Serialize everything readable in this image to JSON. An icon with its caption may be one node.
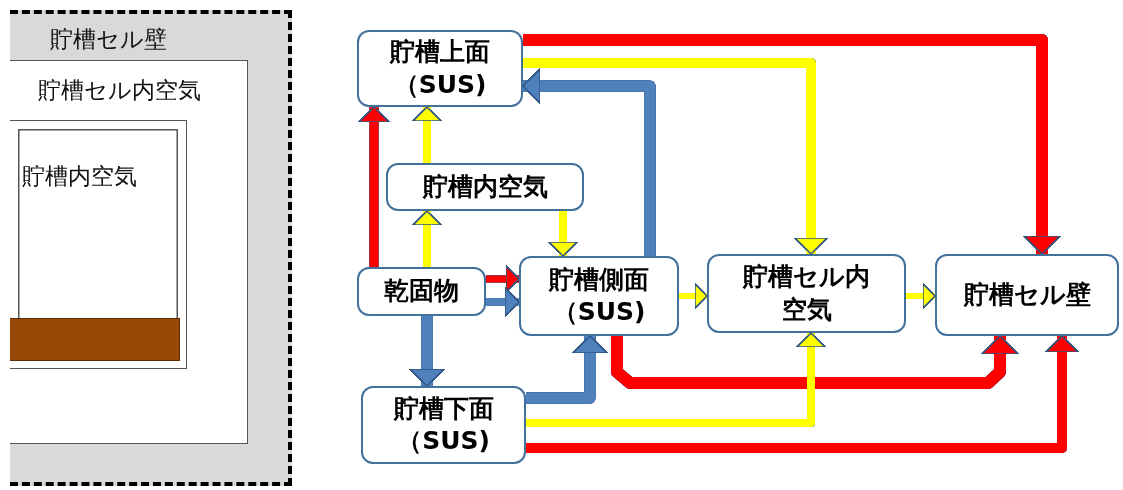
{
  "diagram": {
    "nodes": [
      {
        "text": [
          "貯槽セル壁"
        ]
      },
      {
        "text": [
          "貯槽セル内空気"
        ],
        "in": 0
      },
      {
        "text": [
          "貯槽内空気"
        ],
        "in": 1
      },
      {
        "text": [],
        "shape": "bar",
        "in": 2
      },
      {
        "text": [
          "貯槽上面（SUS)"
        ]
      },
      {
        "text": [
          "貯槽内空気"
        ]
      },
      {
        "text": [
          "乾固物"
        ]
      },
      {
        "text": [
          "貯槽側面（SUS)"
        ]
      },
      {
        "text": [
          "貯槽セル内空気"
        ]
      },
      {
        "text": [
          "貯槽セル壁"
        ]
      },
      {
        "text": [
          "貯槽下面（SUS)"
        ]
      }
    ],
    "edges": [
      {
        "from": 4,
        "to": 9,
        "arrow": "to",
        "color": "#ff0000"
      },
      {
        "from": 4,
        "to": 8,
        "arrow": "to",
        "color": "#ffff00"
      },
      {
        "from": 7,
        "to": 4,
        "arrow": "to",
        "color": "#4f81bd"
      },
      {
        "from": 6,
        "to": 4,
        "arrow": "to",
        "color": "#ff0000"
      },
      {
        "from": 5,
        "to": 4,
        "arrow": "to",
        "color": "#ffff00"
      },
      {
        "from": 6,
        "to": 5,
        "arrow": "to",
        "color": "#ffff00"
      },
      {
        "from": 5,
        "to": 7,
        "arrow": "to",
        "color": "#ffff00"
      },
      {
        "from": 6,
        "to": 7,
        "arrow": "to",
        "color": "#ff0000"
      },
      {
        "from": 6,
        "to": 7,
        "arrow": "to",
        "color": "#4f81bd"
      },
      {
        "from": 6,
        "to": 10,
        "arrow": "to",
        "color": "#4f81bd"
      },
      {
        "from": 7,
        "to": 8,
        "arrow": "to",
        "color": "#ffff00"
      },
      {
        "from": 8,
        "to": 9,
        "arrow": "to",
        "color": "#ffff00"
      },
      {
        "from": 7,
        "to": 9,
        "arrow": "to",
        "color": "#ff0000"
      },
      {
        "from": 10,
        "to": 7,
        "arrow": "to",
        "color": "#4f81bd"
      },
      {
        "from": 10,
        "to": 8,
        "arrow": "to",
        "color": "#ffff00"
      },
      {
        "from": 10,
        "to": 9,
        "arrow": "to",
        "color": "#ff0000"
      }
    ]
  }
}
